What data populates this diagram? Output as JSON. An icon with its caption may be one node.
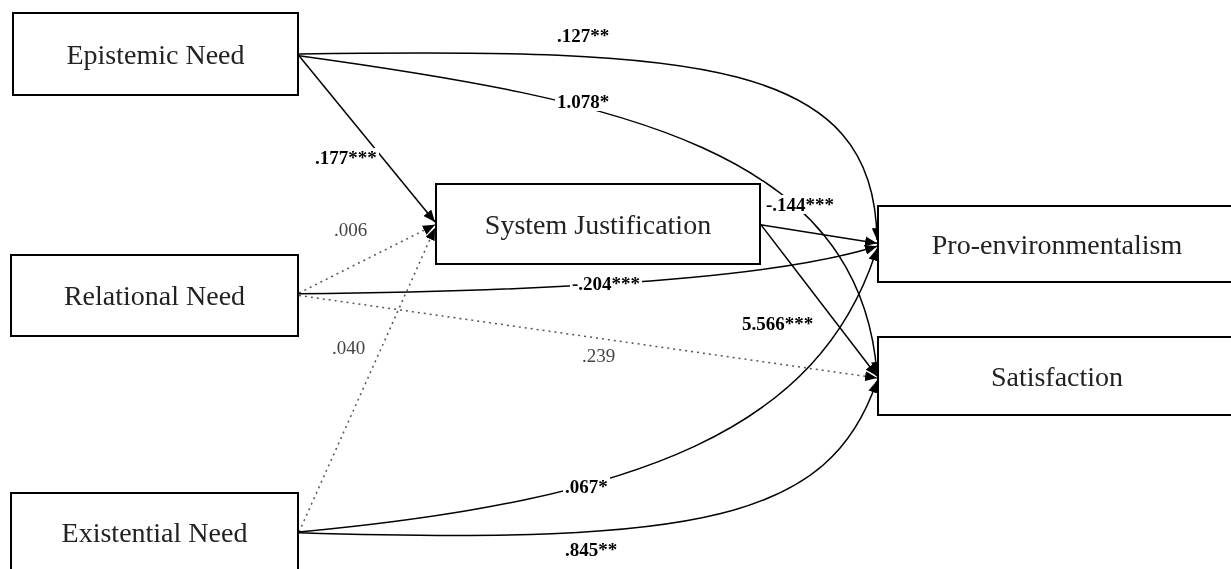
{
  "diagram": {
    "nodes": [
      {
        "text": [
          "Epistemic Need"
        ]
      },
      {
        "text": [
          "Relational Need"
        ]
      },
      {
        "text": [
          "Existential Need"
        ]
      },
      {
        "text": [
          "System Justification"
        ]
      },
      {
        "text": [
          "Pro-environmentalism"
        ]
      },
      {
        "text": [
          "Satisfaction"
        ]
      }
    ],
    "edges": [
      {
        "from": 0,
        "to": 4,
        "arrow": "to",
        "label": ".127**"
      },
      {
        "from": 0,
        "to": 5,
        "arrow": "to",
        "label": "1.078*"
      },
      {
        "from": 0,
        "to": 3,
        "arrow": "to",
        "label": ".177***"
      },
      {
        "from": 1,
        "to": 3,
        "arrow": "to",
        "label": ".006",
        "style": "dashed"
      },
      {
        "from": 2,
        "to": 3,
        "arrow": "to",
        "label": ".040",
        "style": "dashed"
      },
      {
        "from": 3,
        "to": 4,
        "arrow": "to",
        "label": "-.144***"
      },
      {
        "from": 3,
        "to": 5,
        "arrow": "to",
        "label": "5.566***"
      },
      {
        "from": 1,
        "to": 4,
        "arrow": "to",
        "label": "-.204***"
      },
      {
        "from": 1,
        "to": 5,
        "arrow": "to",
        "label": ".239",
        "style": "dashed"
      },
      {
        "from": 2,
        "to": 4,
        "arrow": "to",
        "label": ".067*"
      },
      {
        "from": 2,
        "to": 5,
        "arrow": "to",
        "label": ".845**"
      }
    ]
  }
}
